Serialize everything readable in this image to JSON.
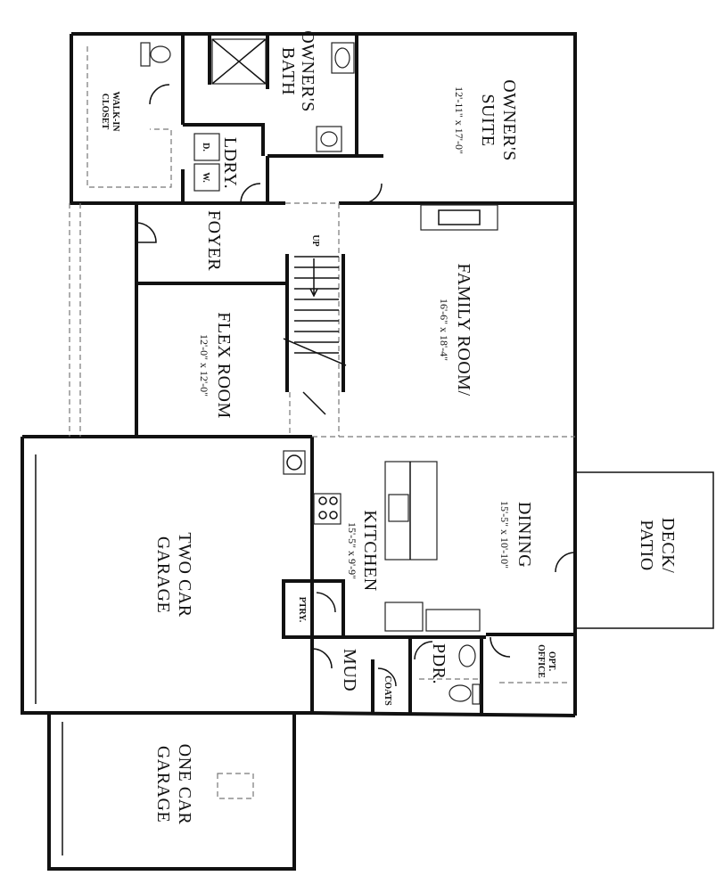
{
  "rooms": {
    "owners_suite": {
      "name": "OWNER'S SUITE",
      "line1": "OWNER'S",
      "line2": "SUITE",
      "dims": "12'-11\" x 17'-0\""
    },
    "owners_bath": {
      "line1": "OWNER'S",
      "line2": "BATH"
    },
    "walk_in_closet": {
      "line1": "WALK-IN",
      "line2": "CLOSET"
    },
    "laundry": {
      "name": "LDRY."
    },
    "washer": "W.",
    "dryer": "D.",
    "foyer": {
      "name": "FOYER"
    },
    "stairs": {
      "label": "UP"
    },
    "family_room": {
      "name": "FAMILY ROOM/",
      "dims": "16'-6\" x 18'-4\""
    },
    "flex_room": {
      "name": "FLEX ROOM",
      "dims": "12'-0\" x 12'-0\""
    },
    "kitchen": {
      "name": "KITCHEN",
      "dims": "15'-5\" x 9'-9\""
    },
    "dining": {
      "name": "DINING",
      "dims": "15'-5\" x 10'-10\""
    },
    "deck_patio": {
      "line1": "DECK/",
      "line2": "PATIO"
    },
    "pantry": {
      "name": "PTRY."
    },
    "mud": {
      "name": "MUD"
    },
    "coats": {
      "name": "COATS"
    },
    "powder": {
      "name": "PDR."
    },
    "opt_office": {
      "line1": "OPT.",
      "line2": "OFFICE"
    },
    "two_car_garage": {
      "line1": "TWO CAR",
      "line2": "GARAGE"
    },
    "one_car_garage": {
      "line1": "ONE CAR",
      "line2": "GARAGE"
    }
  }
}
